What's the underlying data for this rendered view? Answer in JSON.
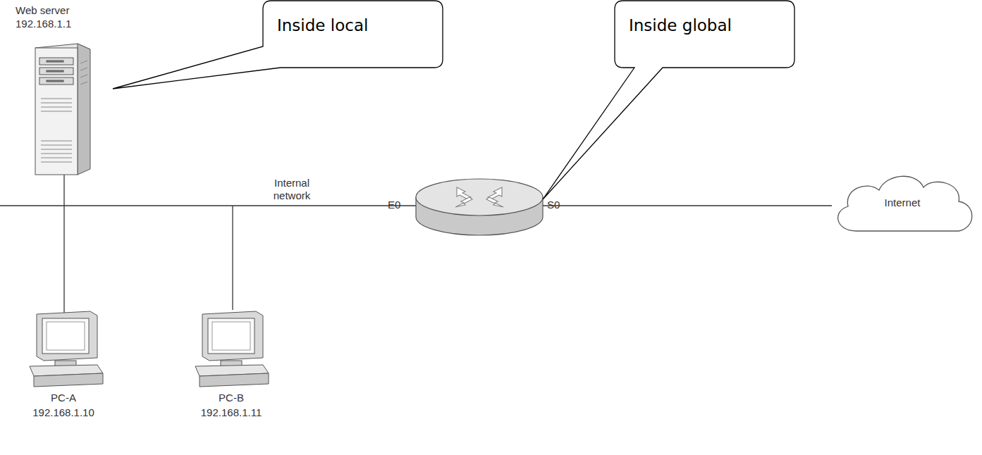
{
  "diagram": {
    "nodes": [
      {
        "text": [
          "Web server",
          "192.168.1.1"
        ]
      },
      {
        "text": [
          "Inside local"
        ]
      },
      {
        "text": [
          "Inside global"
        ]
      },
      {
        "text": [
          "Internet"
        ]
      },
      {
        "text": [
          "PC-A",
          "192.168.1.10"
        ]
      },
      {
        "text": [
          "PC-B",
          "192.168.1.11"
        ]
      }
    ],
    "labels": [
      "Internal network",
      "E0",
      "S0"
    ]
  }
}
